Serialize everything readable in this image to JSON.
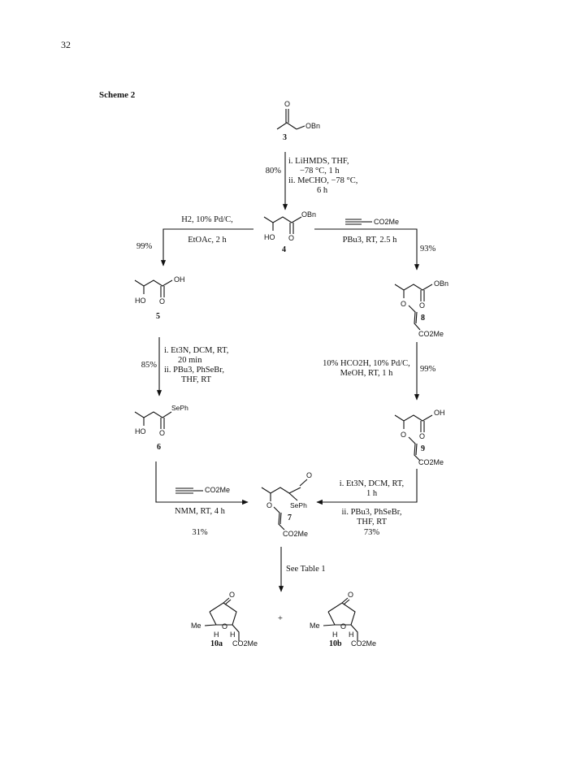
{
  "page": {
    "number": "32",
    "scheme_title": "Scheme 2"
  },
  "compounds": {
    "c3": {
      "label": "3",
      "groups": [
        "O",
        "OBn"
      ]
    },
    "c4": {
      "label": "4",
      "groups": [
        "OBn",
        "HO",
        "O"
      ]
    },
    "c5": {
      "label": "5",
      "groups": [
        "OH",
        "HO",
        "O"
      ]
    },
    "c6": {
      "label": "6",
      "groups": [
        "SePh",
        "HO",
        "O"
      ]
    },
    "c7": {
      "label": "7",
      "groups": [
        "O",
        "SePh",
        "O",
        "CO2Me"
      ]
    },
    "c8": {
      "label": "8",
      "groups": [
        "OBn",
        "O",
        "O",
        "CO2Me"
      ]
    },
    "c9": {
      "label": "9",
      "groups": [
        "OH",
        "O",
        "O",
        "CO2Me"
      ]
    },
    "c10a": {
      "label": "10a",
      "groups": [
        "O",
        "Me",
        "H",
        "H",
        "O",
        "CO2Me"
      ]
    },
    "c10b": {
      "label": "10b",
      "groups": [
        "O",
        "Me",
        "H",
        "H",
        "O",
        "CO2Me"
      ]
    },
    "alkyne_reagent": "CO2Me"
  },
  "reactions": {
    "r3_4": {
      "lines": [
        "i. LiHMDS, THF,",
        "−78 °C, 1 h",
        "ii. MeCHO, −78 °C,",
        "6 h"
      ],
      "yield": "80%"
    },
    "r4_5": {
      "above": "H2, 10% Pd/C,",
      "below": "EtOAc, 2 h",
      "yield": "99%"
    },
    "r4_8": {
      "below": "PBu3, RT, 2.5 h",
      "yield": "93%"
    },
    "r5_6": {
      "lines": [
        "i. Et3N, DCM, RT,",
        "20 min",
        "ii. PBu3, PhSeBr,",
        "THF, RT"
      ],
      "yield": "85%"
    },
    "r8_9": {
      "lines": [
        "10% HCO2H, 10% Pd/C,",
        "MeOH, RT, 1 h"
      ],
      "yield": "99%"
    },
    "r6_7": {
      "below": "NMM, RT, 4 h",
      "yield": "31%"
    },
    "r9_7": {
      "lines": [
        "i. Et3N, DCM, RT,",
        "1 h"
      ],
      "lines2": [
        "ii. PBu3, PhSeBr,",
        "THF, RT"
      ],
      "yield": "73%"
    },
    "r7_10": {
      "text": "See Table 1"
    },
    "plus": "+"
  }
}
